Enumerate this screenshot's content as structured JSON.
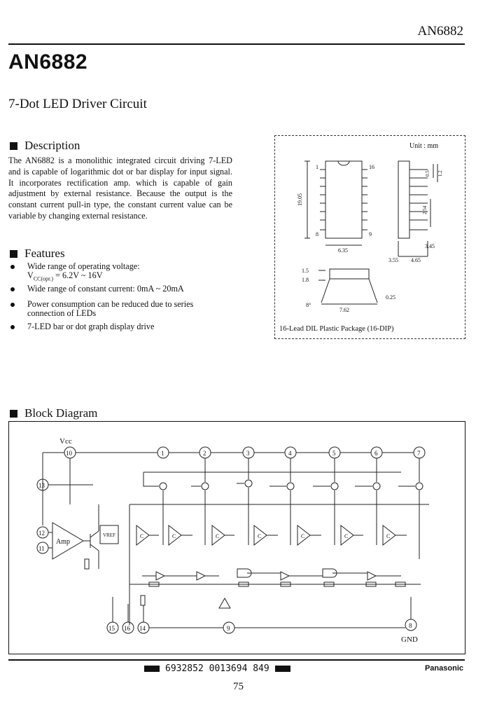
{
  "header": {
    "part_number": "AN6882"
  },
  "title": "AN6882",
  "subtitle": "7-Dot LED Driver Circuit",
  "description": {
    "heading": "Description",
    "text": "The AN6882 is a monolithic integrated circuit driving 7-LED and is capable of logarithmic dot or bar display for input signal. It incorporates rectification amp. which is capable of gain adjustment by external resistance. Because the output is the constant current pull-in type, the constant current value can be variable by changing external resistance."
  },
  "features": {
    "heading": "Features",
    "items": [
      {
        "line1": "Wide range of operating voltage:",
        "line2_pre": "V",
        "line2_sub": "CC(opr.)",
        "line2_post": " = 6.2V ~ 16V"
      },
      {
        "line1": "Wide range of constant current: 0mA ~ 20mA"
      },
      {
        "line1": "Power consumption can be reduced due to series",
        "line2_pre": "connection of LEDs"
      },
      {
        "line1": "7-LED bar or dot graph display drive"
      }
    ]
  },
  "package": {
    "unit": "Unit : mm",
    "caption": "16-Lead DIL Plastic Package (16-DIP)",
    "pin_labels": [
      "1",
      "16",
      "8",
      "9"
    ],
    "dims": [
      "19.05",
      "6.35",
      "0.5",
      "1.2",
      "2.54",
      "3.45",
      "3.55",
      "4.65",
      "1.5",
      "1.8",
      "8°",
      "7.62",
      "0.25"
    ]
  },
  "block_diagram": {
    "heading": "Block Diagram",
    "vcc_label": "Vcc",
    "gnd_label": "GND",
    "amp_label": "Amp",
    "vref_label": "VREF",
    "comp_label": "C",
    "top_pins": [
      "10",
      "1",
      "2",
      "3",
      "4",
      "5",
      "6",
      "7"
    ],
    "left_pins": [
      "13",
      "12",
      "11"
    ],
    "bottom_pins": [
      "15",
      "16",
      "14",
      "9",
      "8"
    ]
  },
  "footer": {
    "barcode_text": "6932852 0013694 849",
    "brand": "Panasonic",
    "page_number": "75"
  }
}
